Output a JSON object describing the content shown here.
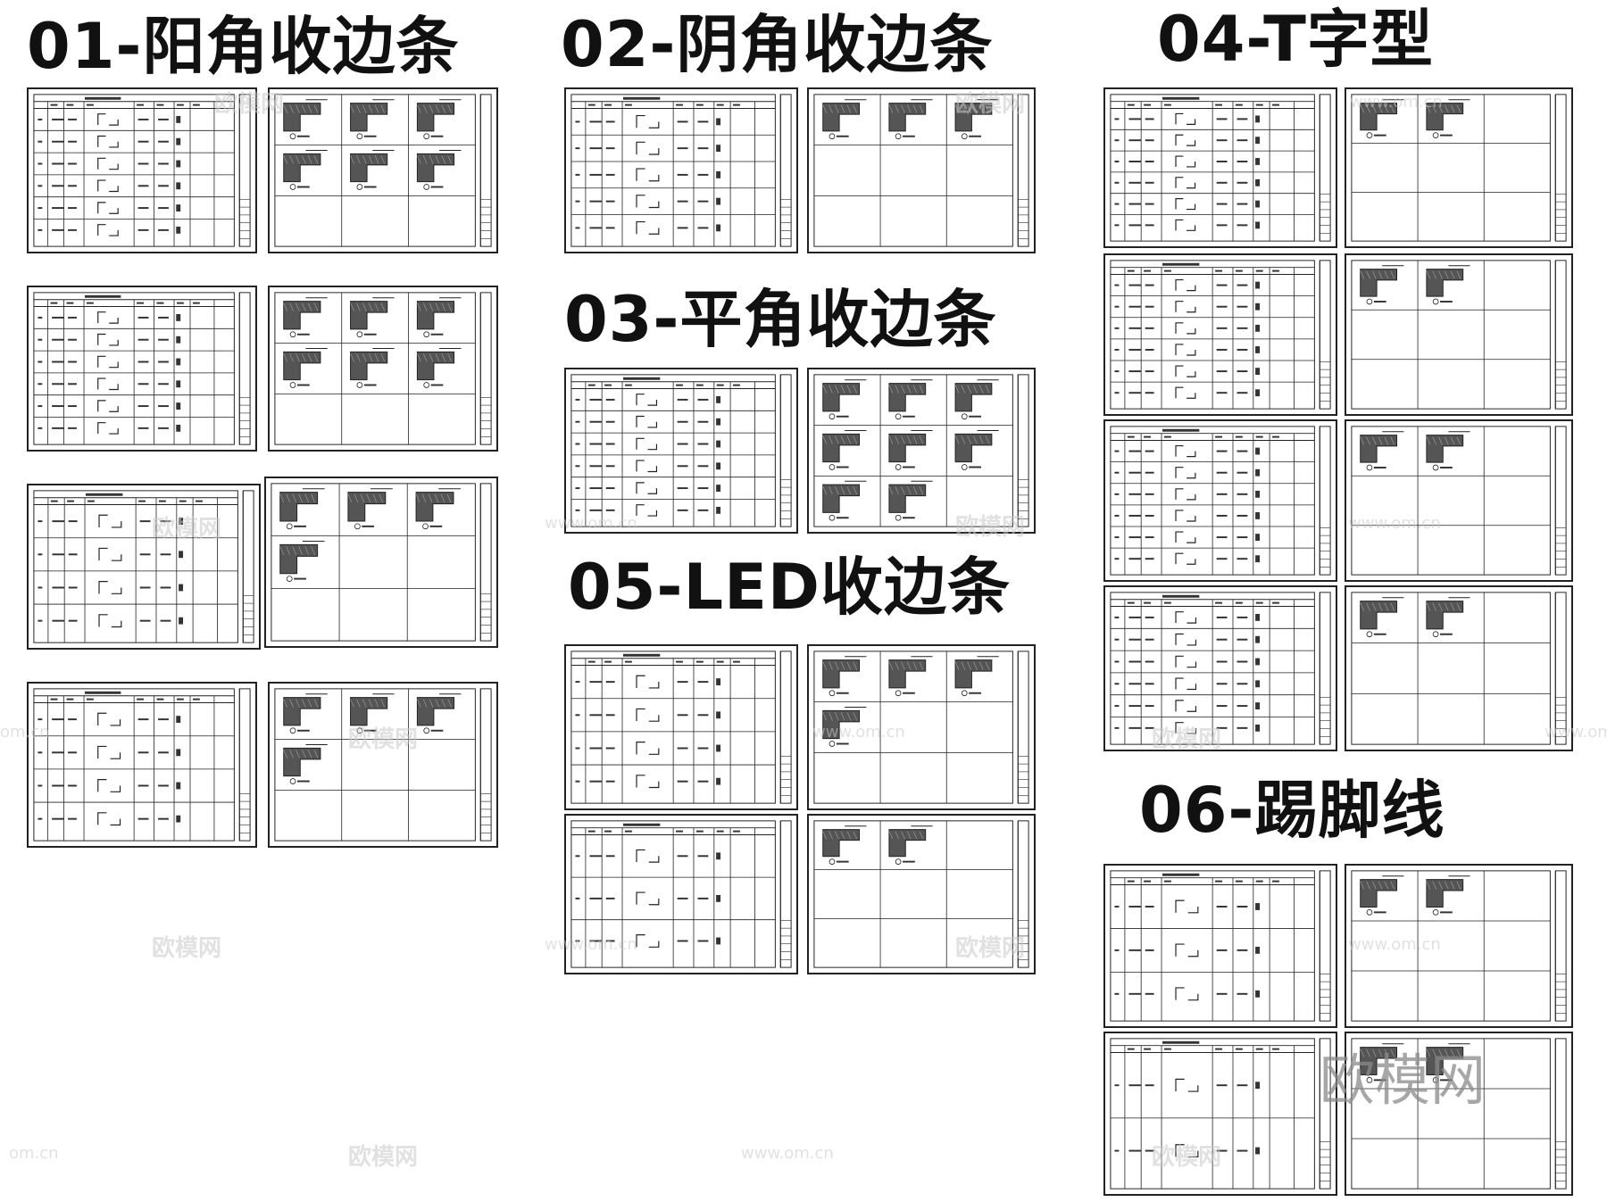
{
  "headings": {
    "s01": "01-阳角收边条",
    "s02": "02-阴角收边条",
    "s03": "03-平角收边条",
    "s04": "04-T字型",
    "s05": "05-LED收边条",
    "s06": "06-踢脚线"
  },
  "watermark": {
    "brand": "欧模网",
    "url": "www.om.cn",
    "url_short": "om.cn"
  },
  "colors": {
    "line": "#222222",
    "hatch": "#333333",
    "watermark": "#c9c9c9"
  }
}
